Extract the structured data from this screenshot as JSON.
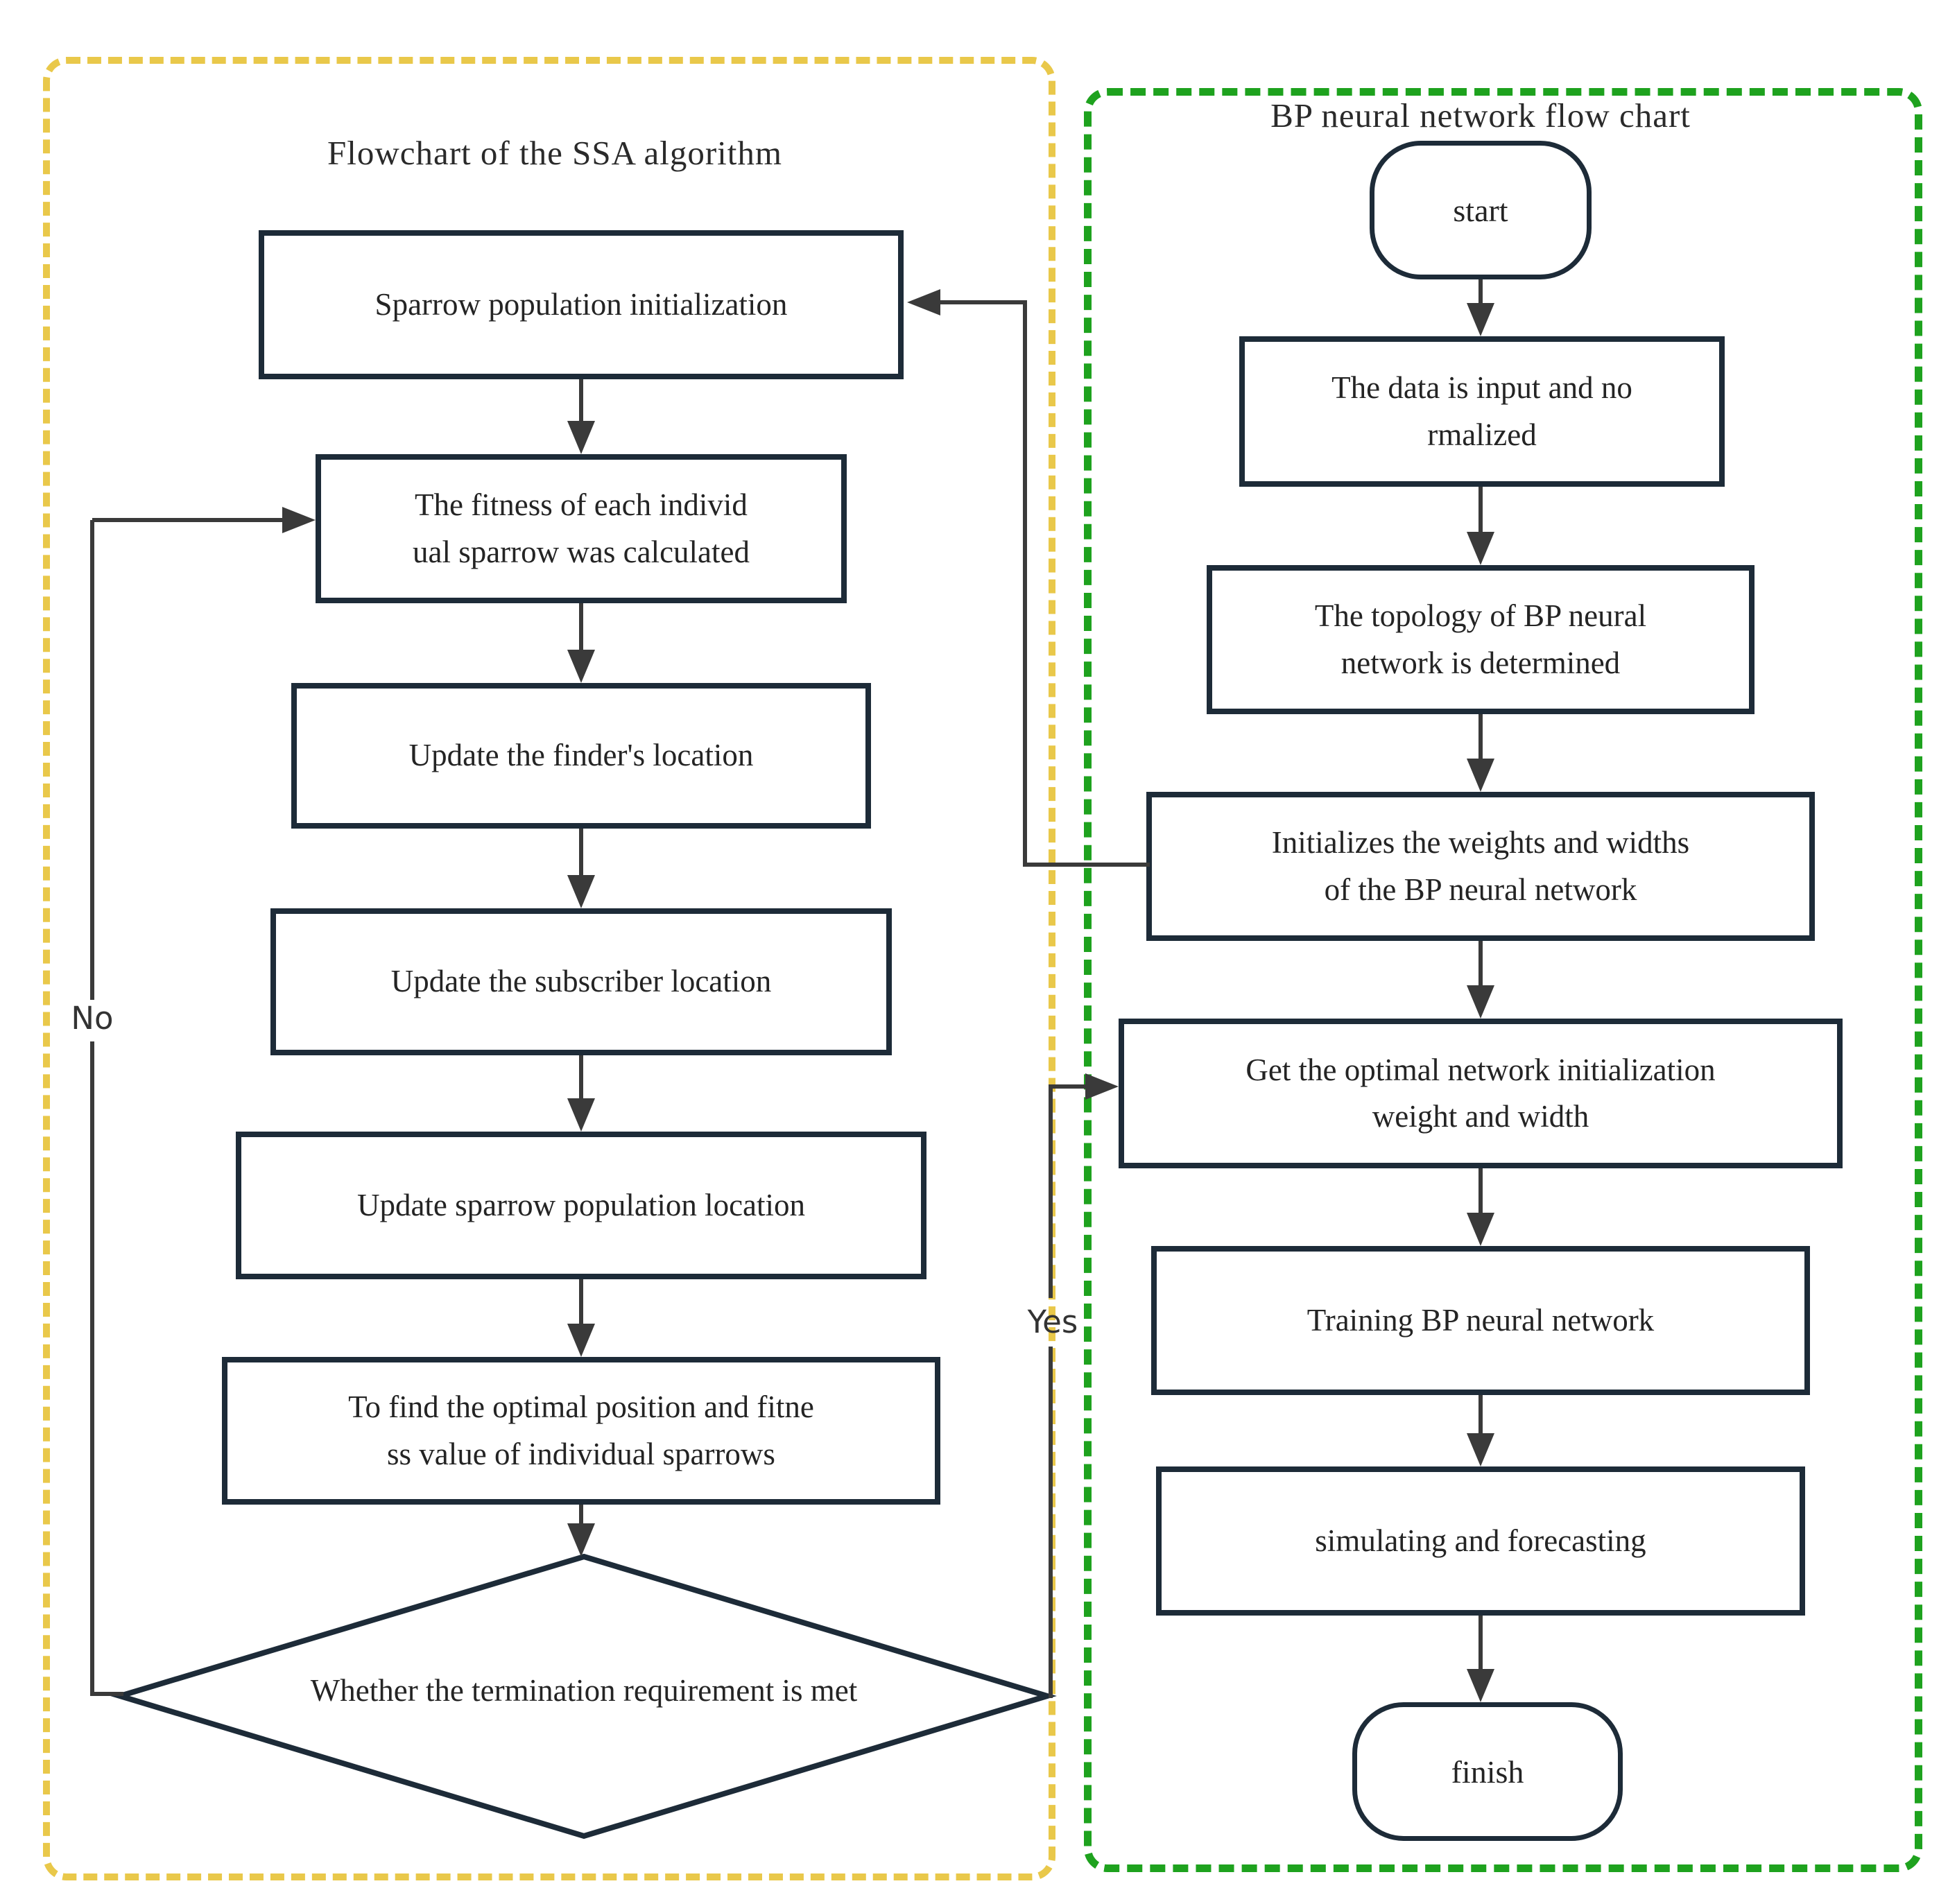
{
  "figure": {
    "left": {
      "title": "Flowchart of the SSA algorithm",
      "border_color": "#e9c84a",
      "steps": [
        {
          "label": "Sparrow population initialization"
        },
        {
          "label": "The fitness of each individ\nual sparrow was calculated"
        },
        {
          "label": "Update the finder's location"
        },
        {
          "label": "Update the subscriber location"
        },
        {
          "label": "Update sparrow population location"
        },
        {
          "label": "To find the optimal position and fitne\nss value of individual sparrows"
        }
      ],
      "decision": {
        "label": "Whether the termination requirement is met"
      },
      "edge_labels": {
        "no": "No",
        "yes": "Yes"
      }
    },
    "right": {
      "title": "BP neural network flow chart",
      "border_color": "#1ea21e",
      "start": {
        "label": "start"
      },
      "steps": [
        {
          "label": "The data is input and no\nrmalized"
        },
        {
          "label": "The topology of BP neural\nnetwork is determined"
        },
        {
          "label": "Initializes the weights and widths\nof the BP neural network"
        },
        {
          "label": "Get the optimal network initialization\nweight and width"
        },
        {
          "label": "Training BP neural network"
        },
        {
          "label": "simulating and forecasting"
        }
      ],
      "finish": {
        "label": "finish"
      }
    },
    "colors": {
      "box_border": "#1d2b38",
      "line": "#3a3a3a",
      "text": "#1f1f1f"
    }
  }
}
